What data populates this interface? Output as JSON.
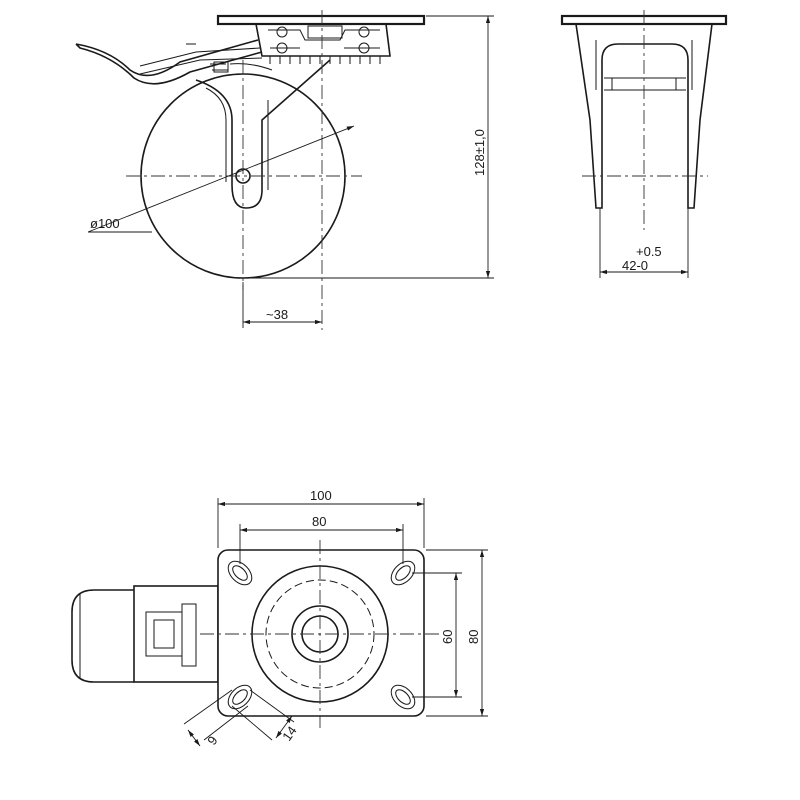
{
  "side_view": {
    "wheel_diameter": "ø100",
    "offset": "~38",
    "height": "128±1,0"
  },
  "front_view": {
    "tol_upper": "+0.5",
    "width": "42-0"
  },
  "plate_view": {
    "plate_width": "100",
    "hole_spacing_x": "80",
    "hole_spacing_y": "60",
    "plate_height": "80",
    "slot_width": "9",
    "slot_length": "14"
  }
}
